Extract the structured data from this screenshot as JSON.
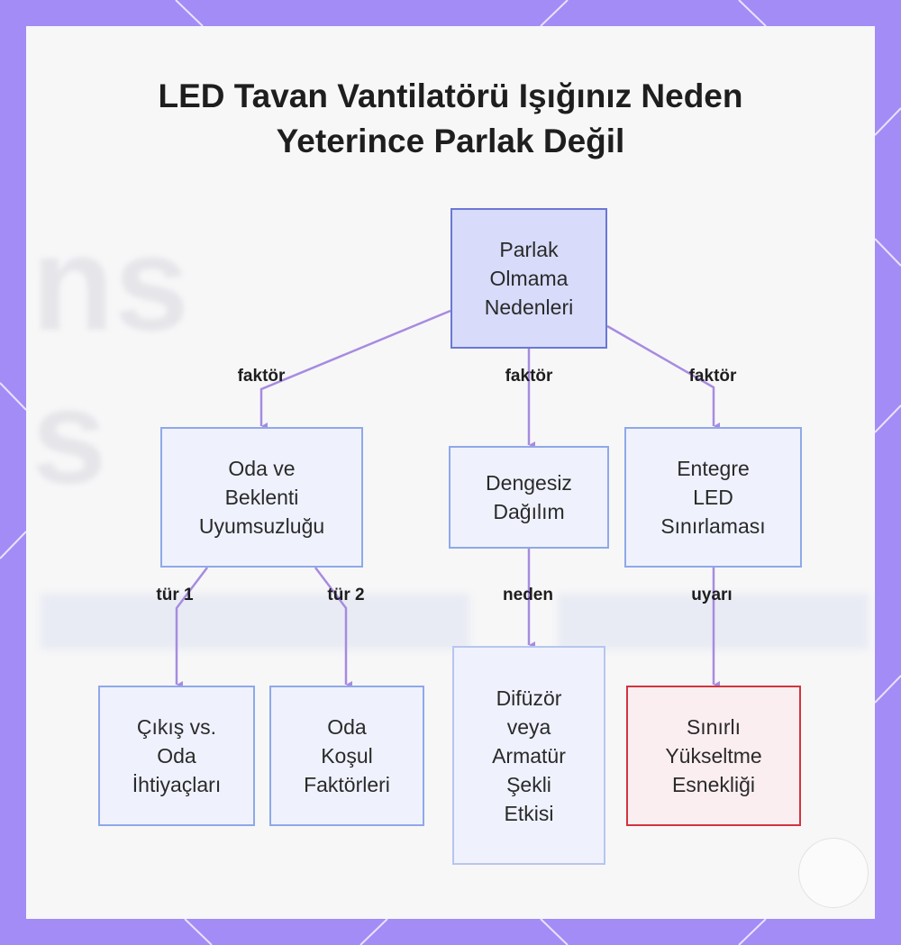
{
  "title": {
    "line1": "LED Tavan Vantilatörü Işığınız Neden",
    "line2": "Yeterince Parlak Değil"
  },
  "nodes": {
    "root": [
      "Parlak",
      "Olmama",
      "Nedenleri"
    ],
    "oda": [
      "Oda ve",
      "Beklenti",
      "Uyumsuzluğu"
    ],
    "dengesiz": [
      "Dengesiz",
      "Dağılım"
    ],
    "entegre": [
      "Entegre",
      "LED",
      "Sınırlaması"
    ],
    "cikis": [
      "Çıkış vs.",
      "Oda",
      "İhtiyaçları"
    ],
    "kosul": [
      "Oda",
      "Koşul",
      "Faktörleri"
    ],
    "difuzor": [
      "Difüzör",
      "veya",
      "Armatür",
      "Şekli",
      "Etkisi"
    ],
    "sinirli": [
      "Sınırlı",
      "Yükseltme",
      "Esnekliği"
    ]
  },
  "edges": {
    "root_oda": "faktör",
    "root_dengesiz": "faktör",
    "root_entegre": "faktör",
    "oda_cikis": "tür 1",
    "oda_kosul": "tür 2",
    "dengesiz_difuzor": "neden",
    "entegre_sinirli": "uyarı"
  },
  "colors": {
    "frame": "#a38cf5",
    "edge": "#a78be0",
    "node_fill": "#eff2fd",
    "node_border": "#8fa8e8",
    "root_fill": "#d8dcfa",
    "root_border": "#6a78d6",
    "alert_fill": "#fbeef1",
    "alert_border": "#d2343f"
  }
}
